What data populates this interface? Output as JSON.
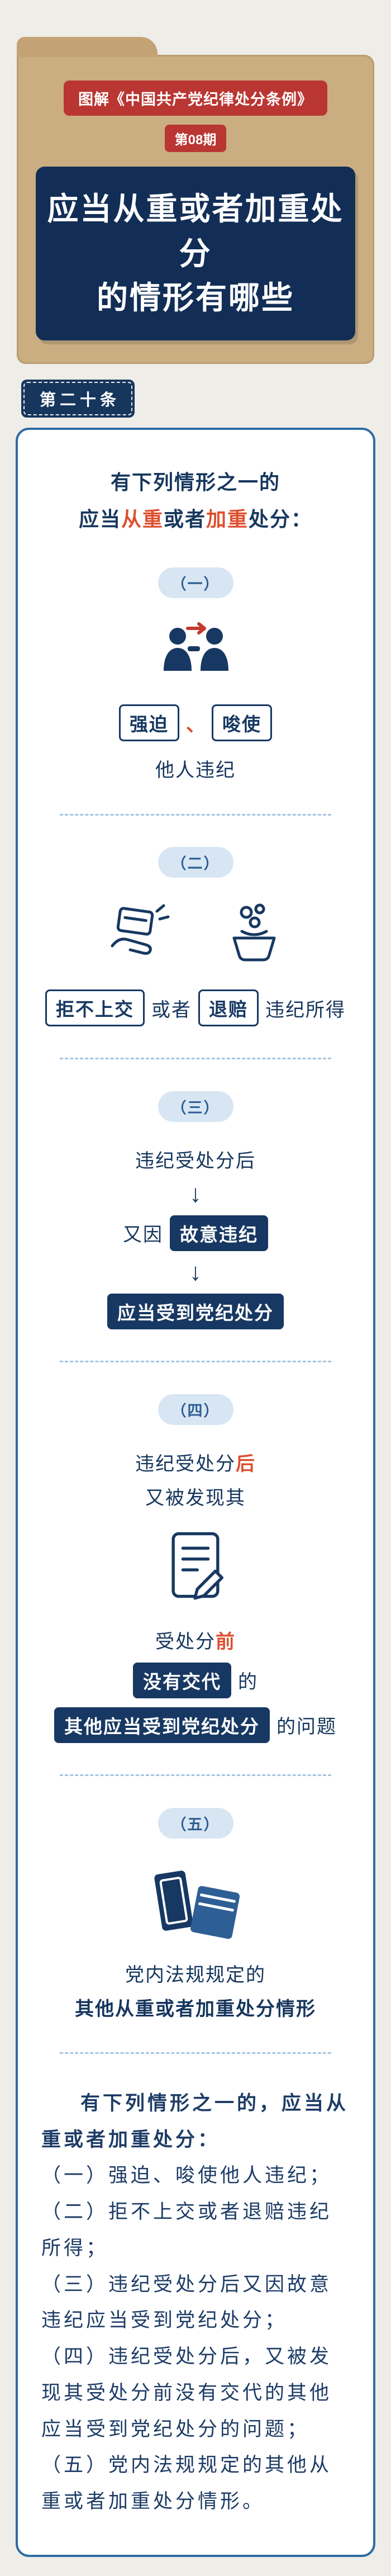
{
  "header": {
    "series_badge": "图解《中国共产党纪律处分条例》",
    "issue_badge": "第08期",
    "title_line1": "应当从重或者加重处分",
    "title_line2": "的情形有哪些"
  },
  "article": {
    "label": "第二十条"
  },
  "intro": {
    "line1": "有下列情形之一的",
    "line2_prefix": "应当",
    "line2_hl1": "从重",
    "line2_mid": "或者",
    "line2_hl2": "加重",
    "line2_suffix": "处分："
  },
  "items": {
    "one": {
      "badge": "（一）",
      "icon": "people-coerce-icon",
      "tag1": "强迫",
      "comma": "、",
      "tag2": "唆使",
      "text": "他人违纪"
    },
    "two": {
      "badge": "（二）",
      "icon_left": "refuse-hand-over-icon",
      "icon_right": "return-money-icon",
      "tag1": "拒不上交",
      "mid": "或者",
      "tag2": "退赔",
      "suffix": "违纪所得"
    },
    "three": {
      "badge": "（三）",
      "step1": "违纪受处分后",
      "arrow": "↓",
      "step2_prefix": "又因",
      "step2_tag": "故意违纪",
      "step3_tag": "应当受到党纪处分"
    },
    "four": {
      "badge": "（四）",
      "icon": "document-pen-icon",
      "line1_prefix": "违纪受处分",
      "line1_hl": "后",
      "line2": "又被发现其",
      "line3_prefix": "受处分",
      "line3_hl": "前",
      "line4_tag": "没有交代",
      "line4_suffix": "的",
      "line5_tag": "其他应当受到党纪处分",
      "line5_suffix": "的问题"
    },
    "five": {
      "badge": "（五）",
      "icon": "books-icon",
      "line1": "党内法规规定的",
      "line2": "其他从重或者加重处分情形"
    }
  },
  "summary": {
    "title": "有下列情形之一的，应当从重或者加重处分：",
    "items": [
      "（一）强迫、唆使他人违纪；",
      "（二）拒不上交或者退赔违纪所得；",
      "（三）违纪受处分后又因故意违纪应当受到党纪处分；",
      "（四）违纪受处分后，又被发现其受处分前没有交代的其他应当受到党纪处分的问题；",
      "（五）党内法规规定的其他从重或者加重处分情形。"
    ]
  },
  "colors": {
    "background": "#efede7",
    "folder_tan": "#cbad82",
    "badge_red": "#b93632",
    "title_navy": "#122e56",
    "text_navy": "#173862",
    "card_border_blue": "#2e6ca5",
    "pill_light_blue": "#d8e6f3",
    "divider_blue": "#a6c5e1",
    "highlight_red": "#dd4f2e"
  }
}
